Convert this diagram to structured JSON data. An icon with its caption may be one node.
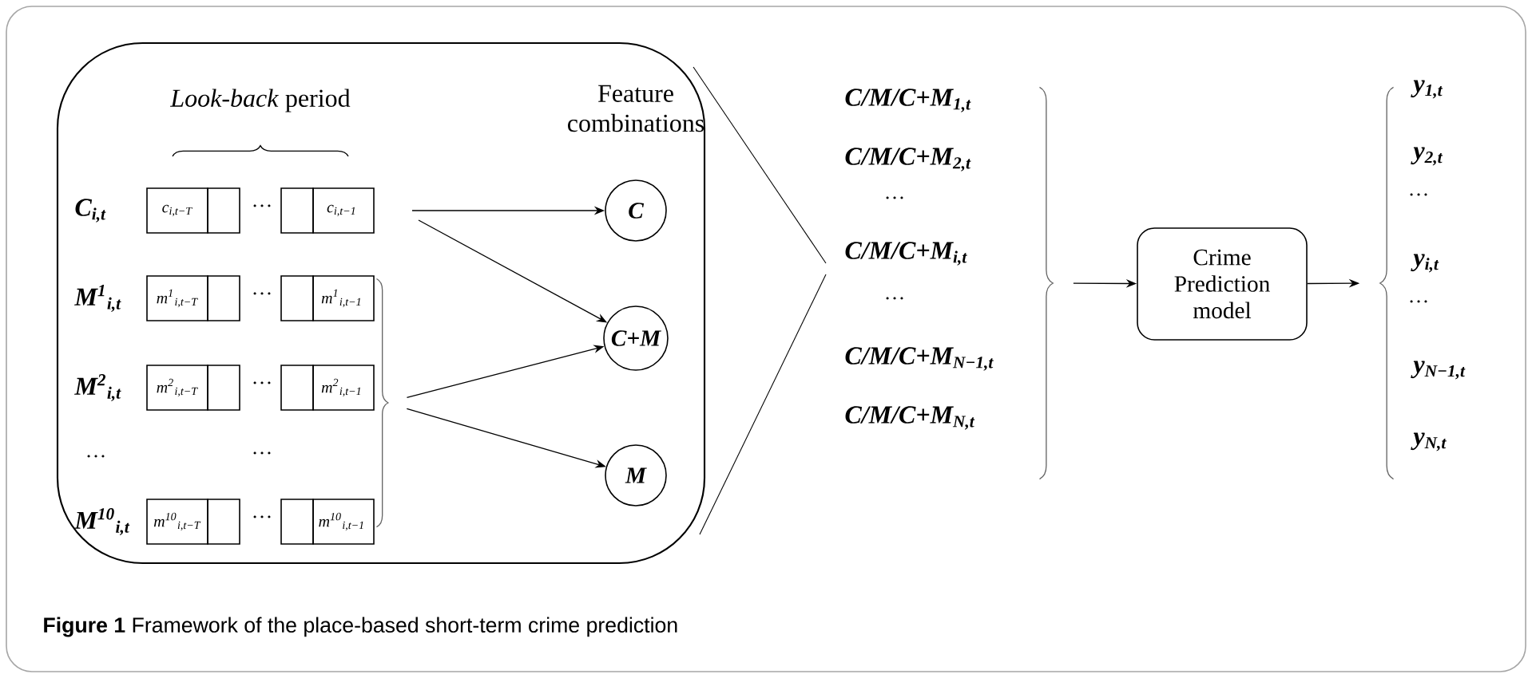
{
  "diagram": {
    "caption": "**Figure 1** Framework of the place-based short-term crime prediction",
    "nodes": [
      {
        "text": [],
        "shape": "box"
      },
      {
        "text": [
          "C"
        ],
        "in": 0
      },
      {
        "text": [
          "C+M"
        ],
        "in": 0
      },
      {
        "text": [
          "M"
        ],
        "in": 0
      },
      {
        "text": [],
        "shape": "brace",
        "in": 0
      },
      {
        "text": [],
        "shape": "brace"
      },
      {
        "text": [
          "Crime Prediction model"
        ]
      },
      {
        "text": [],
        "shape": "brace"
      }
    ],
    "edges": [
      {
        "from": null,
        "to": 1,
        "arrow": "to"
      },
      {
        "from": null,
        "to": 2,
        "arrow": "to"
      },
      {
        "from": 4,
        "to": 2,
        "arrow": "to"
      },
      {
        "from": 4,
        "to": 3,
        "arrow": "to"
      },
      {
        "from": 5,
        "to": 6,
        "arrow": "to"
      },
      {
        "from": 6,
        "to": 7,
        "arrow": "to"
      }
    ],
    "labels": [
      "*Look-back* period",
      "Feature combinations",
      "C$_{i,t}$",
      "c$_{i,t−T}$",
      "…",
      "c$_{i,t−1}$",
      "M$^{1}$$_{i,t}$",
      "m$^{1}$$_{i,t−T}$",
      "…",
      "m$^{1}$$_{i,t−1}$",
      "M$^{2}$$_{i,t}$",
      "m$^{2}$$_{i,t−T}$",
      "…",
      "m$^{2}$$_{i,t−1}$",
      "…",
      "…",
      "M$^{10}$$_{i,t}$",
      "m$^{10}$$_{i,t−T}$",
      "…",
      "m$^{10}$$_{i,t−1}$",
      "C/M/C+M$_{1,t}$",
      "C/M/C+M$_{2,t}$",
      "…",
      "C/M/C+M$_{i,t}$",
      "…",
      "C/M/C+M$_{N−1,t}$",
      "C/M/C+M$_{N,t}$",
      "y$_{1,t}$",
      "y$_{2,t}$",
      "…",
      "y$_{i,t}$",
      "…",
      "y$_{N−1,t}$",
      "y$_{N,t}$"
    ]
  }
}
